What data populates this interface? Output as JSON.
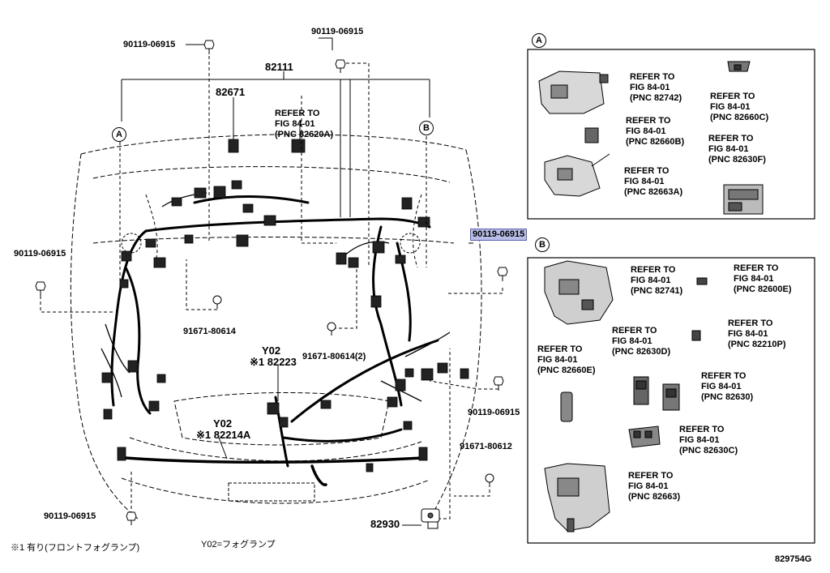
{
  "figure_id": "829754G",
  "notes": {
    "left": "※1 有り(フロントフォグランプ)",
    "center": "Y02=フォグランプ"
  },
  "main_labels": {
    "bolt_top_left": "90119-06915",
    "bolt_top_mid": "90119-06915",
    "harness_main": "82111",
    "part_82671": "82671",
    "refer_top": [
      "REFER TO",
      "FIG 84-01",
      "(PNC 82620A)"
    ],
    "bolt_left": "90119-06915",
    "clip_left": "91671-80614",
    "clip_mid": "91671-80614(2)",
    "fog_upper_y": "Y02",
    "fog_upper_pn": "※1 82223",
    "fog_lower_y": "Y02",
    "fog_lower_pn": "※1 82214A",
    "bolt_right_selected": "90119-06915",
    "bolt_right_lower": "90119-06915",
    "clip_right": "91671-80612",
    "part_82930": "82930",
    "bolt_bottom_left": "90119-06915"
  },
  "callouts": {
    "a": "A",
    "b": "B"
  },
  "panel_a": {
    "label": "A",
    "refs": [
      [
        "REFER TO",
        "FIG 84-01",
        "(PNC 82742)"
      ],
      [
        "REFER TO",
        "FIG 84-01",
        "(PNC 82660C)"
      ],
      [
        "REFER TO",
        "FIG 84-01",
        "(PNC 82660B)"
      ],
      [
        "REFER TO",
        "FIG 84-01",
        "(PNC 82630F)"
      ],
      [
        "REFER TO",
        "FIG 84-01",
        "(PNC 82663A)"
      ]
    ]
  },
  "panel_b": {
    "label": "B",
    "refs": [
      [
        "REFER TO",
        "FIG 84-01",
        "(PNC 82741)"
      ],
      [
        "REFER TO",
        "FIG 84-01",
        "(PNC 82600E)"
      ],
      [
        "REFER TO",
        "FIG 84-01",
        "(PNC 82210P)"
      ],
      [
        "REFER TO",
        "FIG 84-01",
        "(PNC 82630D)"
      ],
      [
        "REFER TO",
        "FIG 84-01",
        "(PNC 82660E)"
      ],
      [
        "REFER TO",
        "FIG 84-01",
        "(PNC 82630)"
      ],
      [
        "REFER TO",
        "FIG 84-01",
        "(PNC 82630C)"
      ],
      [
        "REFER TO",
        "FIG 84-01",
        "(PNC 82663)"
      ]
    ]
  },
  "colors": {
    "selection": "#b9bde8",
    "line": "#000000"
  }
}
